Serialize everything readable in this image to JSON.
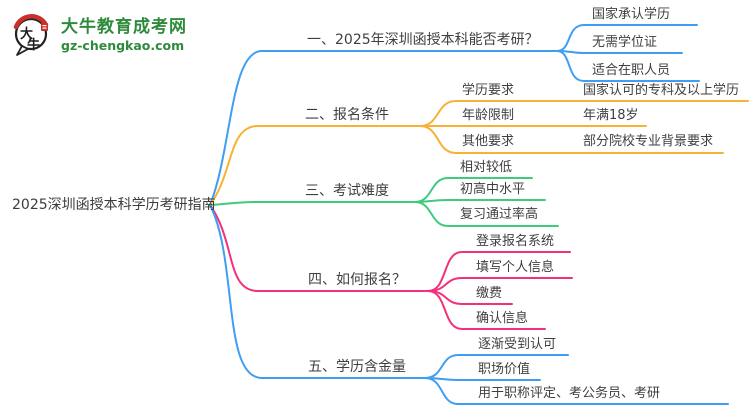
{
  "logo": {
    "title": "大牛教育成考网",
    "url": "gz-chengkao.com",
    "mark_top": "大",
    "mark_bottom": "牛",
    "brand_green": "#2e8b3c",
    "seal_red": "#c9302c"
  },
  "root": {
    "label": "2025深圳函授本科学历考研指南"
  },
  "colors": {
    "blue": "#3f9ef2",
    "orange": "#f7b234",
    "green": "#3ecb7d",
    "pink": "#f3307c"
  },
  "branches": [
    {
      "label": "一、2025年深圳函授本科能否考研？",
      "color": "#3f9ef2",
      "children": [
        {
          "label": "国家承认学历"
        },
        {
          "label": "无需学位证"
        },
        {
          "label": "适合在职人员"
        }
      ]
    },
    {
      "label": "二、报名条件",
      "color": "#f7b234",
      "children": [
        {
          "label": "学历要求",
          "value": "国家认可的专科及以上学历"
        },
        {
          "label": "年龄限制",
          "value": "年满18岁"
        },
        {
          "label": "其他要求",
          "value": "部分院校专业背景要求"
        }
      ]
    },
    {
      "label": "三、考试难度",
      "color": "#3ecb7d",
      "children": [
        {
          "label": "相对较低"
        },
        {
          "label": "初高中水平"
        },
        {
          "label": "复习通过率高"
        }
      ]
    },
    {
      "label": "四、如何报名？",
      "color": "#f3307c",
      "children": [
        {
          "label": "登录报名系统"
        },
        {
          "label": "填写个人信息"
        },
        {
          "label": "缴费"
        },
        {
          "label": "确认信息"
        }
      ]
    },
    {
      "label": "五、学历含金量",
      "color": "#3f9ef2",
      "children": [
        {
          "label": "逐渐受到认可"
        },
        {
          "label": "职场价值"
        },
        {
          "label": "用于职称评定、考公务员、考研"
        }
      ]
    }
  ]
}
